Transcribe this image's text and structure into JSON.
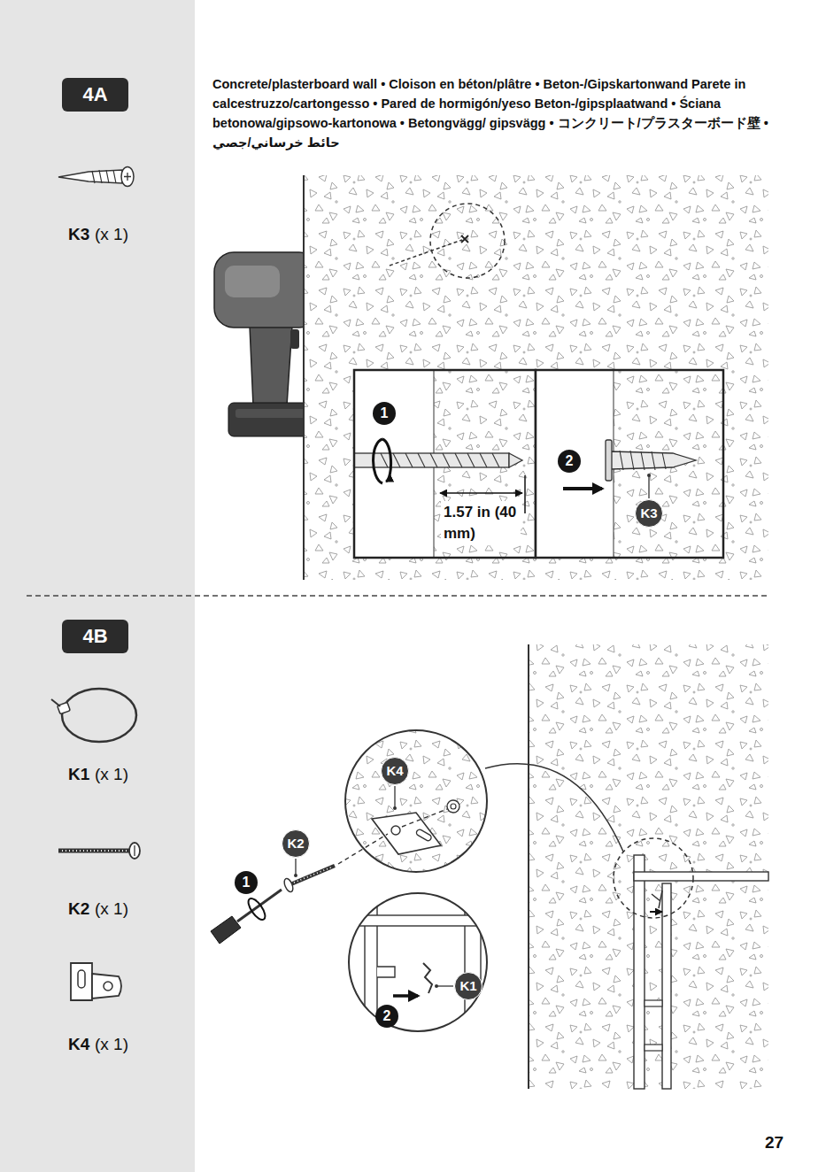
{
  "diagram": {
    "title": "Concrete/plasterboard wall • Cloison en béton/plâtre • Beton-/Gipskartonwand Parete in calcestruzzo/cartongesso • Pared de hormigón/yeso Beton-/gipsplaatwand • Ściana betonowa/gipsowo-kartonowa • Betongvägg/ gipsvägg • コンクリート/プラスターボード壁 • حائط خرساني/جصي",
    "nodes": [
      {
        "text": [
          "4A"
        ]
      },
      {
        "text": [
          "4B"
        ]
      }
    ],
    "labels": [
      "K3",
      "(x 1)",
      "1",
      "1.57 in (40 mm)",
      "2",
      "K3",
      "K1",
      "(x 1)",
      "K2",
      "(x 1)",
      "K4",
      "(x 1)",
      "K4",
      "K2",
      "1",
      "2",
      "K1",
      "27"
    ]
  }
}
